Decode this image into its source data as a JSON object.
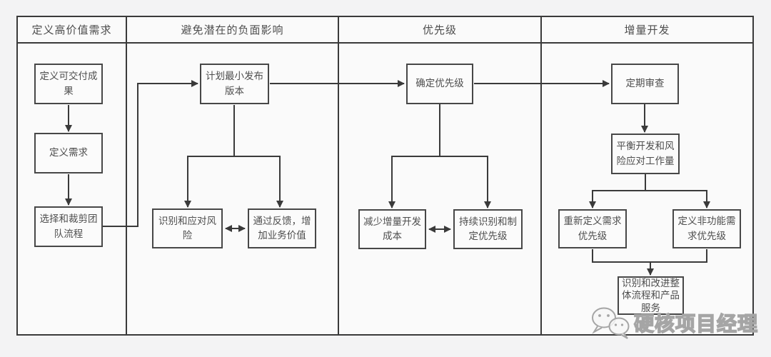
{
  "diagram": {
    "lanes": [
      {
        "id": "lane1",
        "title": "定义高价值需求"
      },
      {
        "id": "lane2",
        "title": "避免潜在的负面影响"
      },
      {
        "id": "lane3",
        "title": "优先级"
      },
      {
        "id": "lane4",
        "title": "增量开发"
      }
    ],
    "nodes": {
      "a1": "定义可交付成果",
      "a2": "定义需求",
      "a3": "选择和裁剪团队流程",
      "b1": "计划最小发布版本",
      "b2": "识别和应对风险",
      "b3": "通过反馈，增加业务价值",
      "c1": "确定优先级",
      "c2": "减少增量开发成本",
      "c3": "持续识别和制定优先级",
      "d1": "定期审查",
      "d2": "平衡开发和风险应对工作量",
      "d3": "重新定义需求优先级",
      "d4": "定义非功能需求优先级",
      "d5": "识别和改进整体流程和产品服务"
    },
    "edges": [
      {
        "from": "a1",
        "to": "a2",
        "type": "arrow"
      },
      {
        "from": "a2",
        "to": "a3",
        "type": "arrow"
      },
      {
        "from": "a3",
        "to": "b1",
        "type": "arrow"
      },
      {
        "from": "b1",
        "to": "c1",
        "type": "arrow"
      },
      {
        "from": "c1",
        "to": "d1",
        "type": "arrow"
      },
      {
        "from": "b1",
        "to": "b2",
        "type": "arrow"
      },
      {
        "from": "b1",
        "to": "b3",
        "type": "arrow"
      },
      {
        "from": "b2",
        "to": "b3",
        "type": "double-arrow"
      },
      {
        "from": "c1",
        "to": "c2",
        "type": "arrow"
      },
      {
        "from": "c1",
        "to": "c3",
        "type": "arrow"
      },
      {
        "from": "c2",
        "to": "c3",
        "type": "double-arrow"
      },
      {
        "from": "d1",
        "to": "d2",
        "type": "arrow"
      },
      {
        "from": "d2",
        "to": "d3",
        "type": "arrow"
      },
      {
        "from": "d2",
        "to": "d4",
        "type": "arrow"
      },
      {
        "from": "d3",
        "to": "d5",
        "type": "arrow"
      },
      {
        "from": "d4",
        "to": "d5",
        "type": "arrow"
      }
    ],
    "watermark": {
      "text": "硬核项目经理",
      "icon": "wechat-icon"
    },
    "colors": {
      "canvas-bg": "#f3f3f4",
      "lane-bg": "#fafafa",
      "line": "#3a3a3a",
      "node-bg": "#fbfbfb",
      "node-border": "#474747",
      "text": "#4e4e4e",
      "watermark": "#a5a5a5"
    }
  }
}
